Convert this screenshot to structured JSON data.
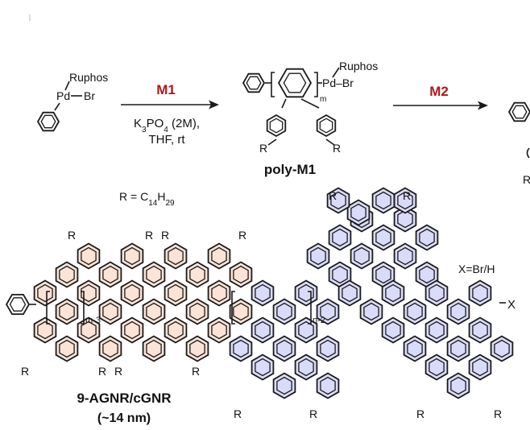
{
  "reaction": {
    "reagent1": "M1",
    "conditions_line1": "K3PO4 (2M),",
    "conditions_line2": "THF, rt",
    "reagent2": "M2",
    "product1": "poly-M1"
  },
  "labels": {
    "ligand": "Ruphos",
    "metal": "Pd",
    "halide": "Br",
    "pd_br": "Pd–Br",
    "sub_m": "m",
    "r": "R",
    "r_definition": "R = C14H29",
    "sub_m3": "m-3",
    "sub_n2": "n-2",
    "x_definition": "X=Br/H",
    "x_end": "–X"
  },
  "product": {
    "name": "9-AGNR/cGNR",
    "length": "(~14 nm)"
  },
  "colors": {
    "accent_reagent": "#b01818",
    "agnr_fill": "#fbe3d6",
    "cgnr_fill": "#d9dcf8",
    "bond": "#1a1a1a"
  }
}
